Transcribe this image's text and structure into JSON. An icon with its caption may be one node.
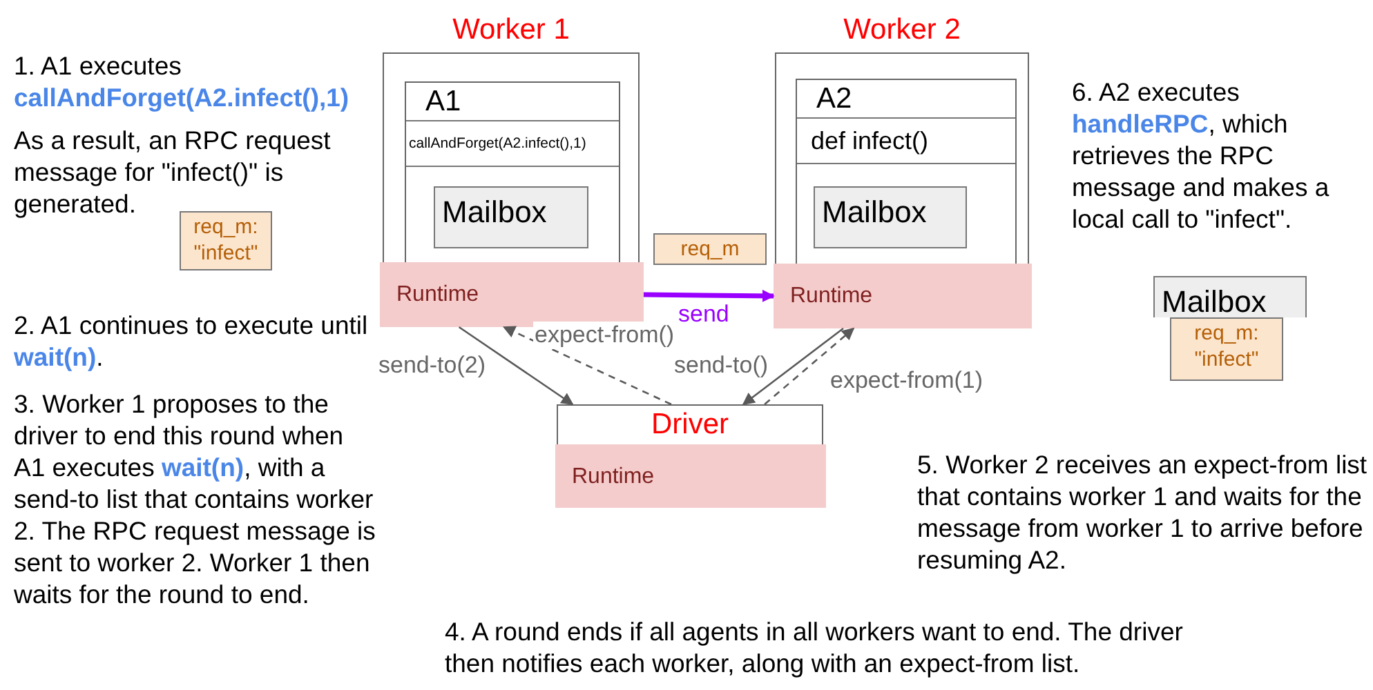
{
  "diagram": {
    "nodes": [
      {
        "text": [
          "Worker 1"
        ]
      },
      {
        "text": [
          "A1",
          "callAndForget(A2.infect(),1)"
        ],
        "in": 0
      },
      {
        "text": [
          "Mailbox"
        ],
        "in": 1
      },
      {
        "text": [
          "Runtime"
        ]
      },
      {
        "text": [
          "Worker 2"
        ]
      },
      {
        "text": [
          "A2",
          "def infect()"
        ],
        "in": 4
      },
      {
        "text": [
          "Mailbox"
        ],
        "in": 5
      },
      {
        "text": [
          "Runtime"
        ]
      },
      {
        "text": [
          "req_m"
        ]
      },
      {
        "text": [
          "Driver"
        ]
      },
      {
        "text": [
          "Runtime"
        ]
      },
      {
        "text": [
          "req_m: \"infect\""
        ]
      },
      {
        "text": [
          "Mailbox"
        ]
      },
      {
        "text": [
          "req_m: \"infect\""
        ]
      }
    ],
    "edges": [
      {
        "from": 3,
        "to": 7,
        "arrow": "to",
        "label": "send",
        "color": "#9900ff",
        "style": "thick"
      },
      {
        "from": 3,
        "to": 9,
        "arrow": "to",
        "label": "send-to(2)"
      },
      {
        "from": 9,
        "to": 3,
        "arrow": "to",
        "label": "expect-from()",
        "style": "dashed"
      },
      {
        "from": 7,
        "to": 9,
        "arrow": "to",
        "label": "send-to()"
      },
      {
        "from": 9,
        "to": 7,
        "arrow": "to",
        "label": "expect-from(1)",
        "style": "dashed"
      }
    ],
    "labels": [
      "1. A1 executes **callAndForget(A2.infect(),1)**",
      "As a result, an RPC request message for \"infect()\" is generated.",
      "2. A1 continues to execute until **wait(n)**.",
      "3. Worker 1 proposes to the driver to end this round when A1 executes **wait(n)**, with a send-to list that contains worker 2. The RPC request message is sent to worker 2. Worker 1 then waits for the round to end.",
      "4. A round ends if all agents in all workers want to end. The driver then notifies each worker, along with an expect-from list.",
      "5. Worker 2 receives an expect-from list that contains worker 1 and waits for the message from worker 1 to arrive before resuming A2.",
      "6. A2 executes **handleRPC**, which retrieves the RPC message and makes a local call to \"infect\"."
    ]
  }
}
